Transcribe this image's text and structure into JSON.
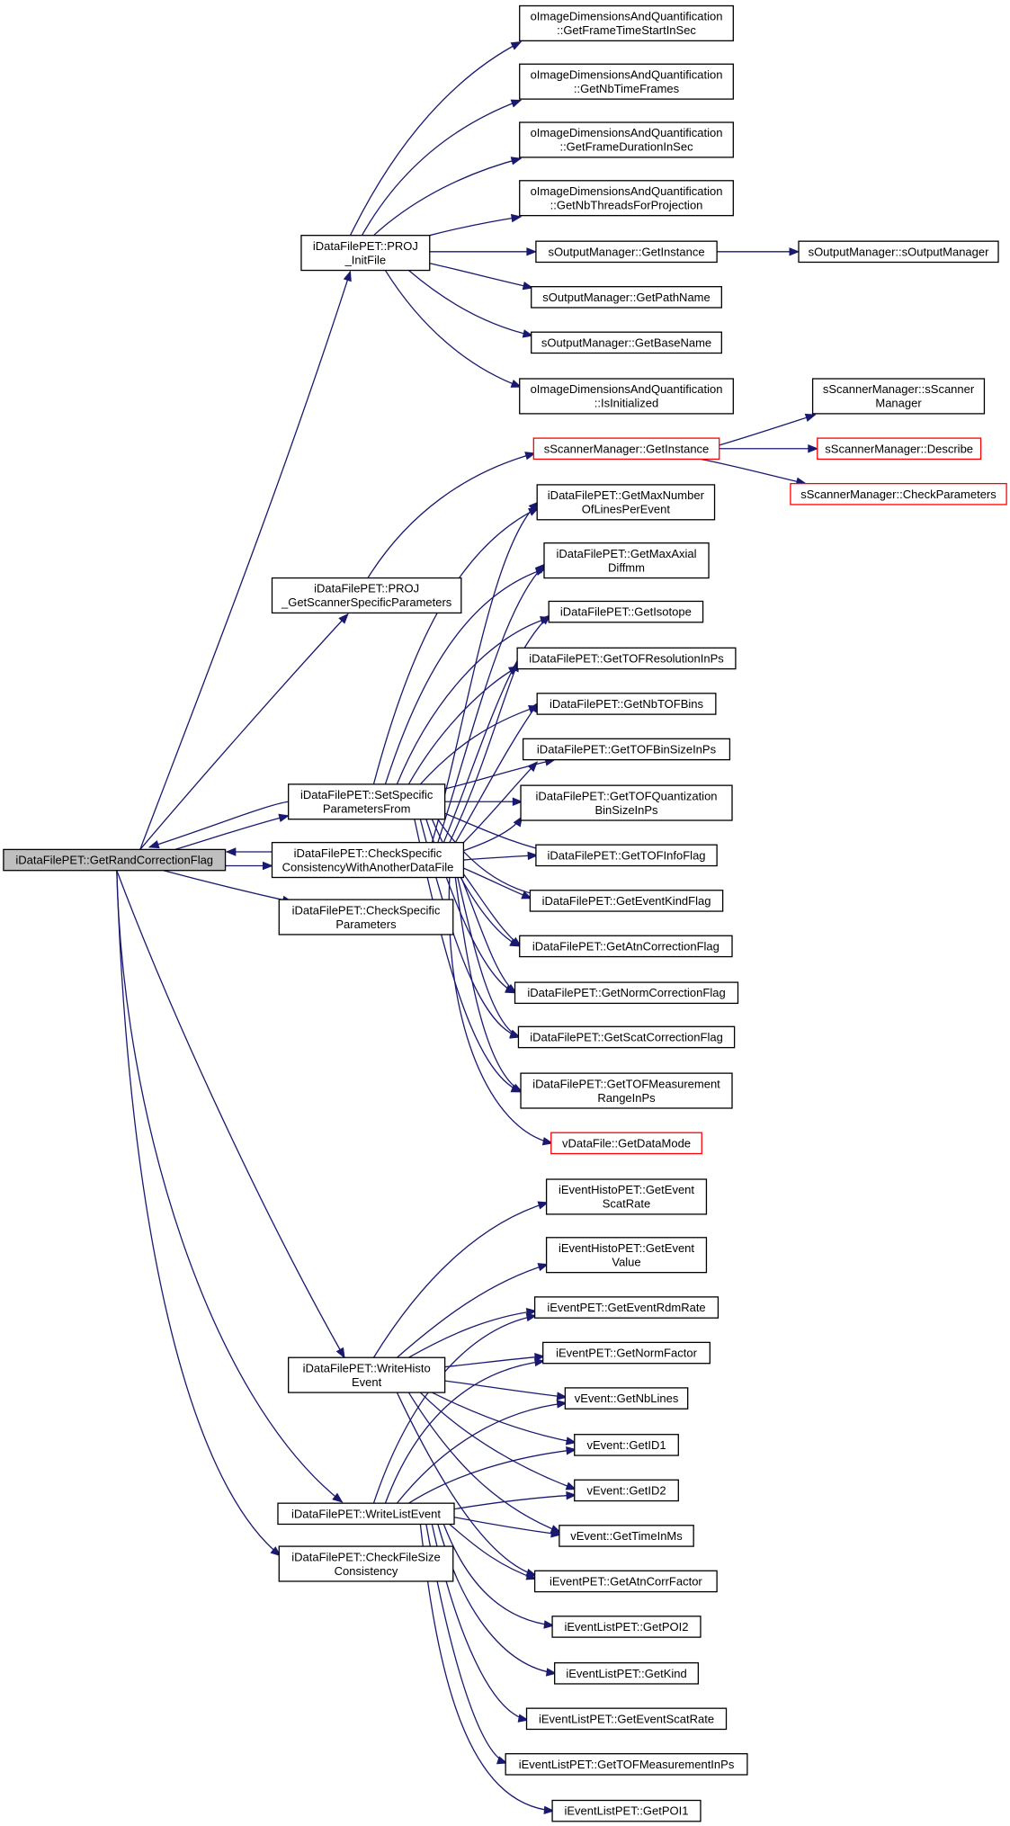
{
  "colors": {
    "edge": "#191970",
    "node_border": "#000000",
    "truncated_border": "#ff0000",
    "focus_fill": "#bfbfbf"
  },
  "nodes": [
    {
      "id": "root",
      "lines": [
        "iDataFilePET::GetRandCorrectionFlag"
      ],
      "focus": true
    },
    {
      "id": "initfile",
      "lines": [
        "iDataFilePET::PROJ",
        "_InitFile"
      ]
    },
    {
      "id": "scanparams",
      "lines": [
        "iDataFilePET::PROJ",
        "_GetScannerSpecificParameters"
      ]
    },
    {
      "id": "setspecific",
      "lines": [
        "iDataFilePET::SetSpecific",
        "ParametersFrom"
      ]
    },
    {
      "id": "checkconsist",
      "lines": [
        "iDataFilePET::CheckSpecific",
        "ConsistencyWithAnotherDataFile"
      ]
    },
    {
      "id": "checkparams",
      "lines": [
        "iDataFilePET::CheckSpecific",
        "Parameters"
      ]
    },
    {
      "id": "writehisto",
      "lines": [
        "iDataFilePET::WriteHisto",
        "Event"
      ]
    },
    {
      "id": "writelist",
      "lines": [
        "iDataFilePET::WriteListEvent"
      ]
    },
    {
      "id": "checksize",
      "lines": [
        "iDataFilePET::CheckFileSize",
        "Consistency"
      ]
    },
    {
      "id": "oim_start",
      "lines": [
        "oImageDimensionsAndQuantification",
        "::GetFrameTimeStartInSec"
      ]
    },
    {
      "id": "oim_nbtf",
      "lines": [
        "oImageDimensionsAndQuantification",
        "::GetNbTimeFrames"
      ]
    },
    {
      "id": "oim_dur",
      "lines": [
        "oImageDimensionsAndQuantification",
        "::GetFrameDurationInSec"
      ]
    },
    {
      "id": "oim_thr",
      "lines": [
        "oImageDimensionsAndQuantification",
        "::GetNbThreadsForProjection"
      ]
    },
    {
      "id": "som_inst",
      "lines": [
        "sOutputManager::GetInstance"
      ]
    },
    {
      "id": "som_ctor",
      "lines": [
        "sOutputManager::sOutputManager"
      ]
    },
    {
      "id": "som_path",
      "lines": [
        "sOutputManager::GetPathName"
      ]
    },
    {
      "id": "som_base",
      "lines": [
        "sOutputManager::GetBaseName"
      ]
    },
    {
      "id": "oim_init",
      "lines": [
        "oImageDimensionsAndQuantification",
        "::IsInitialized"
      ]
    },
    {
      "id": "ssm_ctor",
      "lines": [
        "sScannerManager::sScanner",
        "Manager"
      ]
    },
    {
      "id": "ssm_inst",
      "lines": [
        "sScannerManager::GetInstance"
      ],
      "truncated": true
    },
    {
      "id": "ssm_desc",
      "lines": [
        "sScannerManager::Describe"
      ],
      "truncated": true
    },
    {
      "id": "ssm_check",
      "lines": [
        "sScannerManager::CheckParameters"
      ],
      "truncated": true
    },
    {
      "id": "maxlines",
      "lines": [
        "iDataFilePET::GetMaxNumber",
        "OfLinesPerEvent"
      ]
    },
    {
      "id": "maxaxial",
      "lines": [
        "iDataFilePET::GetMaxAxial",
        "Diffmm"
      ]
    },
    {
      "id": "isotope",
      "lines": [
        "iDataFilePET::GetIsotope"
      ]
    },
    {
      "id": "tofres",
      "lines": [
        "iDataFilePET::GetTOFResolutionInPs"
      ]
    },
    {
      "id": "nbtof",
      "lines": [
        "iDataFilePET::GetNbTOFBins"
      ]
    },
    {
      "id": "tofbin",
      "lines": [
        "iDataFilePET::GetTOFBinSizeInPs"
      ]
    },
    {
      "id": "tofquant",
      "lines": [
        "iDataFilePET::GetTOFQuantization",
        "BinSizeInPs"
      ]
    },
    {
      "id": "tofinfo",
      "lines": [
        "iDataFilePET::GetTOFInfoFlag"
      ]
    },
    {
      "id": "eventkind",
      "lines": [
        "iDataFilePET::GetEventKindFlag"
      ]
    },
    {
      "id": "atncorr",
      "lines": [
        "iDataFilePET::GetAtnCorrectionFlag"
      ]
    },
    {
      "id": "normcorr",
      "lines": [
        "iDataFilePET::GetNormCorrectionFlag"
      ]
    },
    {
      "id": "scatcorr",
      "lines": [
        "iDataFilePET::GetScatCorrectionFlag"
      ]
    },
    {
      "id": "tofmeas",
      "lines": [
        "iDataFilePET::GetTOFMeasurement",
        "RangeInPs"
      ]
    },
    {
      "id": "datamode",
      "lines": [
        "vDataFile::GetDataMode"
      ],
      "truncated": true
    },
    {
      "id": "eh_scat",
      "lines": [
        "iEventHistoPET::GetEvent",
        "ScatRate"
      ]
    },
    {
      "id": "eh_val",
      "lines": [
        "iEventHistoPET::GetEvent",
        "Value"
      ]
    },
    {
      "id": "ep_rdm",
      "lines": [
        "iEventPET::GetEventRdmRate"
      ]
    },
    {
      "id": "ep_norm",
      "lines": [
        "iEventPET::GetNormFactor"
      ]
    },
    {
      "id": "ve_nbl",
      "lines": [
        "vEvent::GetNbLines"
      ]
    },
    {
      "id": "ve_id1",
      "lines": [
        "vEvent::GetID1"
      ]
    },
    {
      "id": "ve_id2",
      "lines": [
        "vEvent::GetID2"
      ]
    },
    {
      "id": "ve_time",
      "lines": [
        "vEvent::GetTimeInMs"
      ]
    },
    {
      "id": "ep_atn",
      "lines": [
        "iEventPET::GetAtnCorrFactor"
      ]
    },
    {
      "id": "el_poi2",
      "lines": [
        "iEventListPET::GetPOI2"
      ]
    },
    {
      "id": "el_kind",
      "lines": [
        "iEventListPET::GetKind"
      ]
    },
    {
      "id": "el_scat",
      "lines": [
        "iEventListPET::GetEventScatRate"
      ]
    },
    {
      "id": "el_tofm",
      "lines": [
        "iEventListPET::GetTOFMeasurementInPs"
      ]
    },
    {
      "id": "el_poi1",
      "lines": [
        "iEventListPET::GetPOI1"
      ]
    }
  ]
}
